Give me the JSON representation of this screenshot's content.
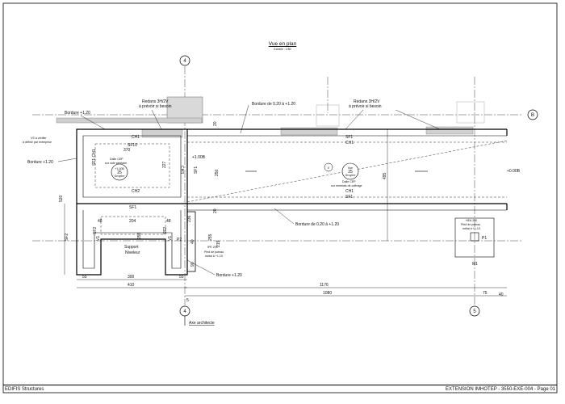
{
  "view": {
    "title": "Vue en plan",
    "scale": "Echelle : 1/50"
  },
  "footer": {
    "left": "EDIFIS Structures",
    "right": "EXTENSION IMHOTEP   -   3550-EXE-004   -   Page 01"
  },
  "axes": {
    "a4_top": "4",
    "a4_bottom": "4",
    "a5": "5",
    "b": "B",
    "axe_label": "Axe architecte"
  },
  "notes": {
    "redans_left": [
      "Redans 3H/2V",
      "à prévoir si besoin"
    ],
    "redans_right": [
      "Redans 3H/2V",
      "à prévoir si besoin"
    ],
    "bordure_top_left": "Bordure +1.20",
    "bordure_left": "Bordure +1.20",
    "bordure_bottom": "Bordure +1.20",
    "bordure_top": "Bordure de 0.20 à +1.20",
    "bordure_mid": "Bordure de 0.20 à +1.20",
    "vs_note": [
      "VS à vérifier",
      "à définir par entreprise"
    ],
    "dalle_cep_left": [
      "Dalle CEP",
      "sur vide sanitaire"
    ],
    "dalle_cep_right": [
      "Dalle CEP",
      "sur remblais de coffrage"
    ],
    "support": [
      "Support",
      "Niveleur"
    ],
    "pied_left": [
      "Pied de poteau",
      "métal à +1.10"
    ],
    "pied_right": [
      "Pied de poteau",
      "métal à +1.10"
    ],
    "hea_left": "IPE 200",
    "hea_right": "HEA 200",
    "elev_0": "+0.00B",
    "elev_1": "+1.00B"
  },
  "labels": {
    "ch1_a": "CH1",
    "sf10": "SF10",
    "ch2": "CH2",
    "sf1_a": "SF1",
    "sf1_b": "SF1",
    "ch1_b": "CH1",
    "sf1_c": "SF1",
    "ch1_c": "CH1",
    "sf1_d": "SF1",
    "ch1_d": "CH1",
    "ch3": "CH3",
    "sf2_a": "SF2",
    "sf2_b": "SF2",
    "sf2_c": "SF2",
    "sf2_d": "SF2",
    "v1_a": "V1",
    "v1_b": "V1",
    "p1": "P1",
    "p2": "P2",
    "m1": "M1",
    "sf1_ch1": "SF1 CH1",
    "circle_a": [
      "+1.00B",
      "25",
      "Gruyère"
    ],
    "circle_b": [
      "Vue",
      "25",
      "Gruyère"
    ],
    "mark_4p": "4'"
  },
  "dims": {
    "d370": "370",
    "d204": "204",
    "d48a": "48",
    "d48b": "48",
    "d55a": "55",
    "d300": "300",
    "d55b": "55",
    "d410": "410",
    "d1176": "1176",
    "d1080": "1080",
    "d75": "75",
    "d40": "40",
    "d5": "5",
    "d520": "520",
    "d255": "255",
    "d495": "495",
    "d250": "250",
    "d236": "236",
    "d215": "215",
    "d20a": "20",
    "d20b": "20",
    "d90": "90",
    "d40b": "40",
    "d256": "256",
    "d227": "227"
  }
}
